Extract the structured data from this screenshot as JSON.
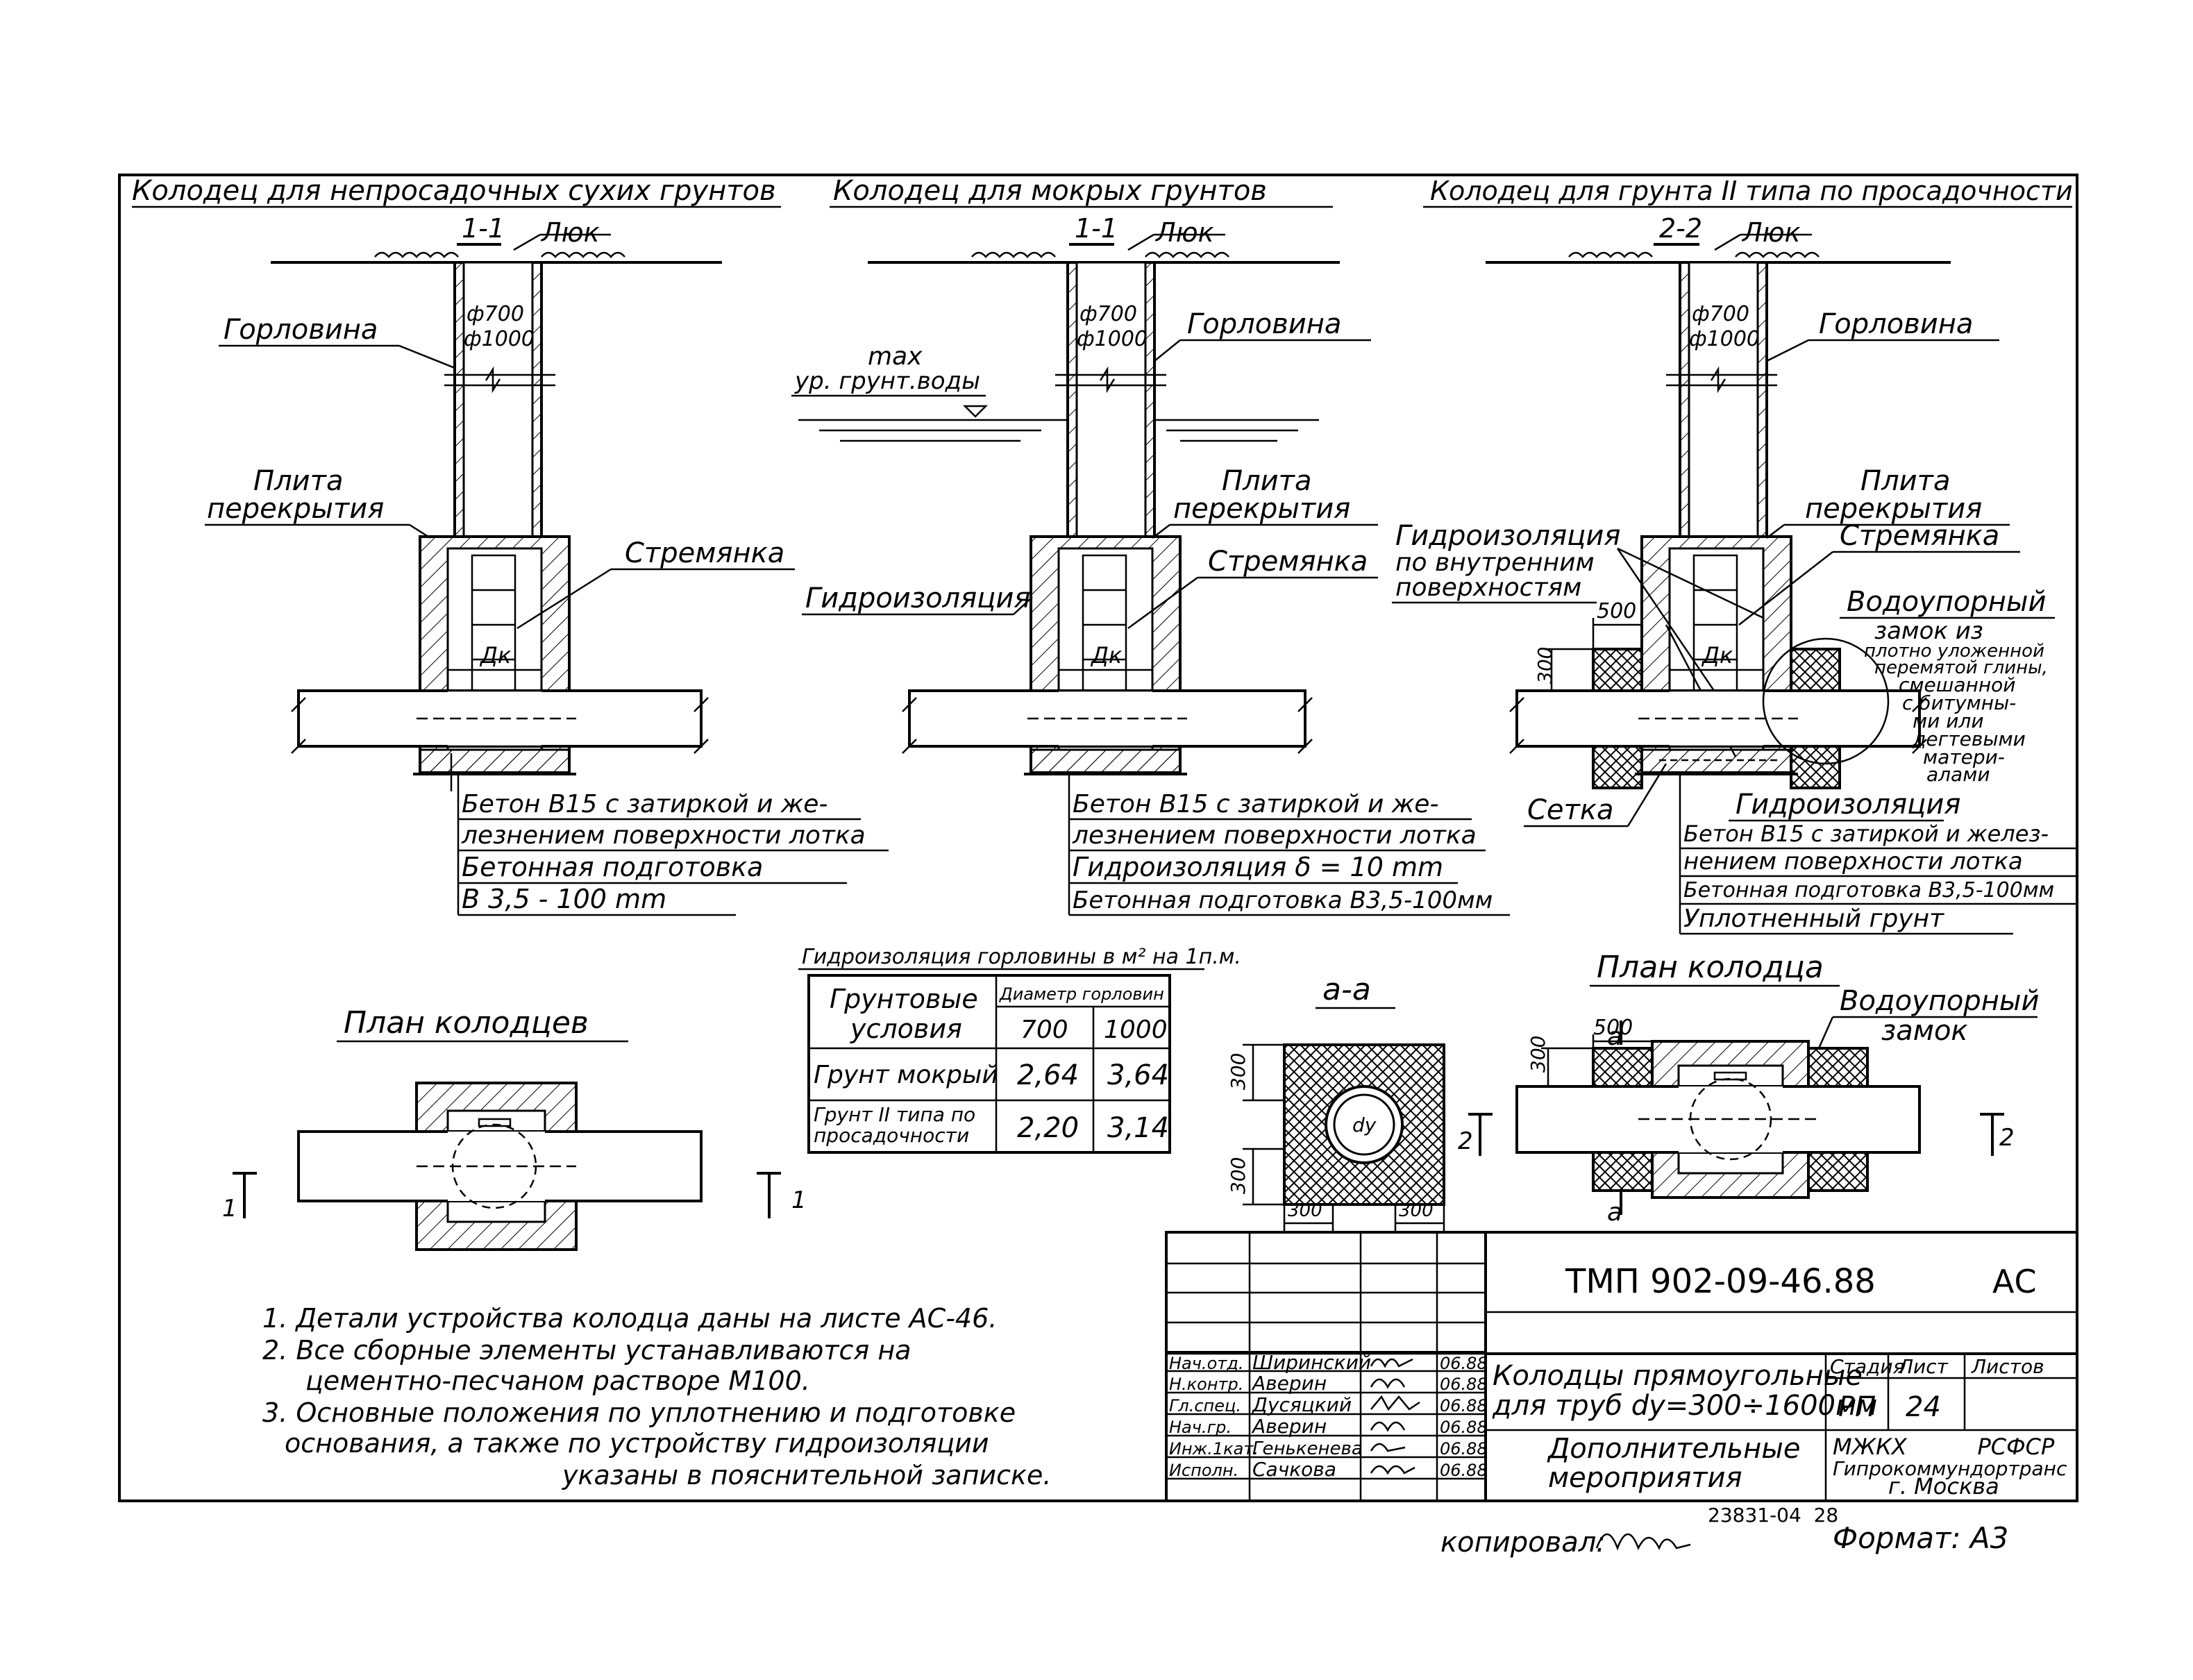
{
  "headings": {
    "dry": "Колодец для непросадочных сухих грунтов",
    "wet": "Колодец для мокрых грунтов",
    "type2": "Колодец для грунта II типа по просадочности"
  },
  "sections": {
    "s11": "1-1",
    "s22": "2-2",
    "aa": "а-а",
    "a_mark": "а",
    "n1": "1",
    "n2": "2"
  },
  "labels": {
    "hatch": "Люк",
    "neck": "Горловина",
    "d700": "ф700",
    "d1000": "ф1000",
    "slab_1": "Плита",
    "slab_2": "перекрытия",
    "ladder": "Стремянка",
    "dk": "Дк",
    "waterproof": "Гидроизоляция",
    "max_gw_1": "max",
    "max_gw_2": "ур. грунт.воды",
    "wp_inner_1": "Гидроизоляция",
    "wp_inner_2": "по внутренним",
    "wp_inner_3": "поверхностям",
    "dim500": "500",
    "dim300": "300",
    "mesh": "Сетка",
    "lock_1": "Водоупорный",
    "lock_2": "замок из",
    "lock_3": "плотно уложенной",
    "lock_4": "перемятой глины,",
    "lock_5": "смешанной",
    "lock_6": "с битумны-",
    "lock_7": "ми или",
    "lock_8": "дегтевыми",
    "lock_9": "матери-",
    "lock_10": "алами",
    "lock_short_1": "Водоупорный",
    "lock_short_2": "замок",
    "dy": "dy"
  },
  "notes_left": {
    "l1": "Бетон В15 с затиркой и же-",
    "l2": "лезнением поверхности лотка",
    "l3": "Бетонная подготовка",
    "l4": "В 3,5 - 100 mm"
  },
  "notes_mid": {
    "l1": "Бетон В15 с затиркой и же-",
    "l2": "лезнением поверхности лотка",
    "l3": "Гидроизоляция  δ = 10 mm",
    "l4": "Бетонная подготовка В3,5-100мм"
  },
  "notes_right": {
    "l0": "Гидроизоляция",
    "l1": "Бетон В15 с затиркой и желез-",
    "l2": "нением поверхности лотка",
    "l3": "Бетонная подготовка В3,5-100мм",
    "l4": "Уплотненный  грунт"
  },
  "plans": {
    "wells": "План колодцев",
    "well": "План колодца"
  },
  "table": {
    "caption": "Гидроизоляция горловины в м² на 1п.м.",
    "head_1": "Грунтовые",
    "head_2": "условия",
    "head_3": "Диаметр горловин",
    "col_700": "700",
    "col_1000": "1000",
    "r1_label": "Грунт мокрый",
    "r1_v1": "2,64",
    "r1_v2": "3,64",
    "r2_label_1": "Грунт II типа по",
    "r2_label_2": "просадочности",
    "r2_v1": "2,20",
    "r2_v2": "3,14"
  },
  "general_notes": {
    "n1": "1. Детали устройства колодца даны на листе  АС-46.",
    "n2a": "2. Все сборные элементы устанавливаются на",
    "n2b": "цементно-песчаном растворе М100.",
    "n3a": "3. Основные положения по уплотнению и подготовке",
    "n3b": "основания, а также по устройству гидроизоляции",
    "n3c": "указаны в пояснительной записке."
  },
  "title_block": {
    "code": "ТМП  902-09-46.88",
    "section": "АС",
    "title_1": "Колодцы прямоугольные",
    "title_2": "для труб dy=300÷1600мм",
    "sub_1": "Дополнительные",
    "sub_2": "мероприятия",
    "stage_h": "Стадия",
    "sheet_h": "Лист",
    "sheets_h": "Листов",
    "stage": "РП",
    "sheet": "24",
    "org_1": "МЖКХ          РСФСР",
    "org_2": "Гипрокоммундортранс",
    "org_3": "г. Москва",
    "rows": [
      {
        "role": "Нач.отд.",
        "name": "Ширинский",
        "date": "06.88"
      },
      {
        "role": "Н.контр.",
        "name": "Аверин",
        "date": "06.88"
      },
      {
        "role": "Гл.спец.",
        "name": "Дусяцкий",
        "date": "06.88"
      },
      {
        "role": "Нач.гр.",
        "name": "Аверин",
        "date": "06.88"
      },
      {
        "role": "Инж.1кат.",
        "name": "Генькенева",
        "date": "06.88"
      },
      {
        "role": "Исполн.",
        "name": "Сачкова",
        "date": "06.88"
      }
    ]
  },
  "footer": {
    "copied": "копировал:",
    "inv": "23831-04  28",
    "format": "Формат: А3"
  }
}
